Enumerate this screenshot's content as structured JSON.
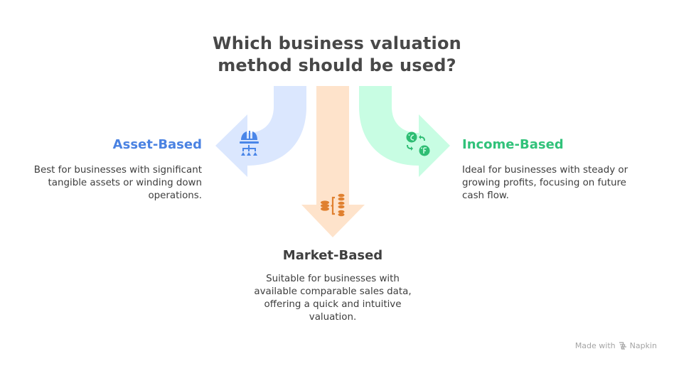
{
  "title": {
    "line1": "Which business valuation",
    "line2": "method should be used?"
  },
  "options": [
    {
      "id": "asset",
      "heading": "Asset-Based",
      "description_lines": [
        "Best for businesses with significant",
        "tangible assets or winding down",
        "operations."
      ],
      "icon": "hard-hat-hierarchy-icon",
      "direction": "left",
      "heading_color": "#4a82e2",
      "arrow_color": "#dbe7fe",
      "icon_color": "#4a86e8"
    },
    {
      "id": "market",
      "heading": "Market-Based",
      "description_lines": [
        "Suitable for businesses with",
        "available comparable sales data,",
        "offering a quick and intuitive",
        "valuation."
      ],
      "icon": "database-comparison-icon",
      "direction": "down",
      "heading_color": "#3f3f3f",
      "arrow_color": "#fee3cb",
      "icon_color": "#e0802f"
    },
    {
      "id": "income",
      "heading": "Income-Based",
      "description_lines": [
        "Ideal for businesses with steady or",
        "growing profits, focusing on future",
        "cash flow."
      ],
      "icon": "currency-exchange-icon",
      "direction": "right",
      "heading_color": "#31c27a",
      "arrow_color": "#c8fde3",
      "icon_color": "#2ebd73"
    }
  ],
  "footer": {
    "made_with": "Made with",
    "brand": "Napkin",
    "brand_icon": "napkin-logo-icon"
  }
}
